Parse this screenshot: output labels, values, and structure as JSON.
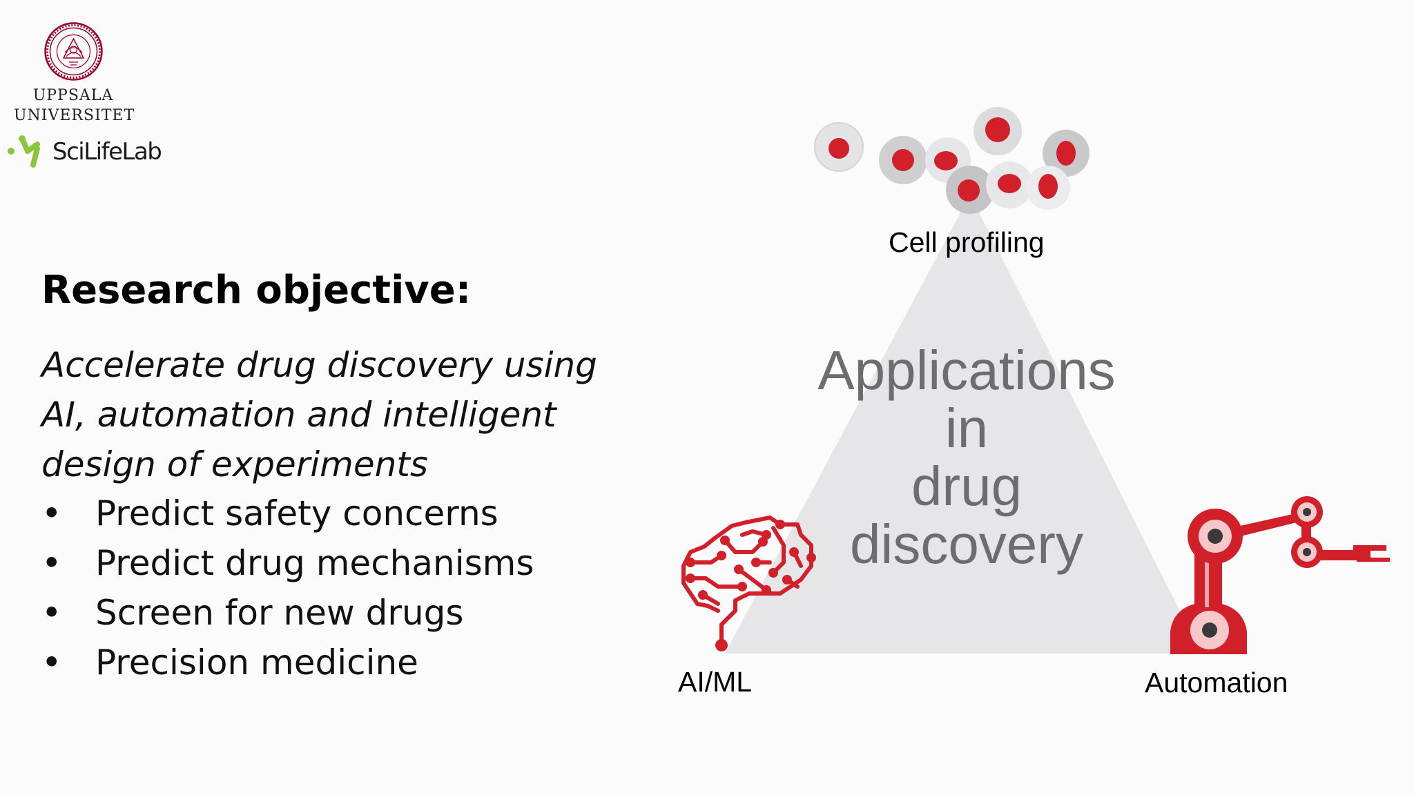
{
  "logos": {
    "university": "UPPSALA UNIVERSITET",
    "university_line1": "UPPSALA",
    "university_line2": "UNIVERSITET",
    "scilifelab": "SciLifeLab"
  },
  "slide": {
    "heading": "Research objective:",
    "objective": "Accelerate drug discovery using AI, automation and intelligent design of experiments",
    "bullet_symbol": "•",
    "bullets": [
      "Predict safety concerns",
      "Predict drug mechanisms",
      "Screen for new drugs",
      "Precision medicine"
    ]
  },
  "diagram": {
    "center_text": [
      "Applications",
      "in",
      "drug",
      "discovery"
    ],
    "top_label": "Cell profiling",
    "left_label": "AI/ML",
    "right_label": "Automation",
    "colors": {
      "triangle": "#e6e6e8",
      "accent": "#d2202a",
      "center_text": "#6d6d70",
      "scilifelab_green": "#8cc63f",
      "uppsala_red": "#99002a"
    },
    "icons": [
      "cell-cluster-icon",
      "brain-circuit-icon",
      "robot-arm-icon"
    ]
  }
}
